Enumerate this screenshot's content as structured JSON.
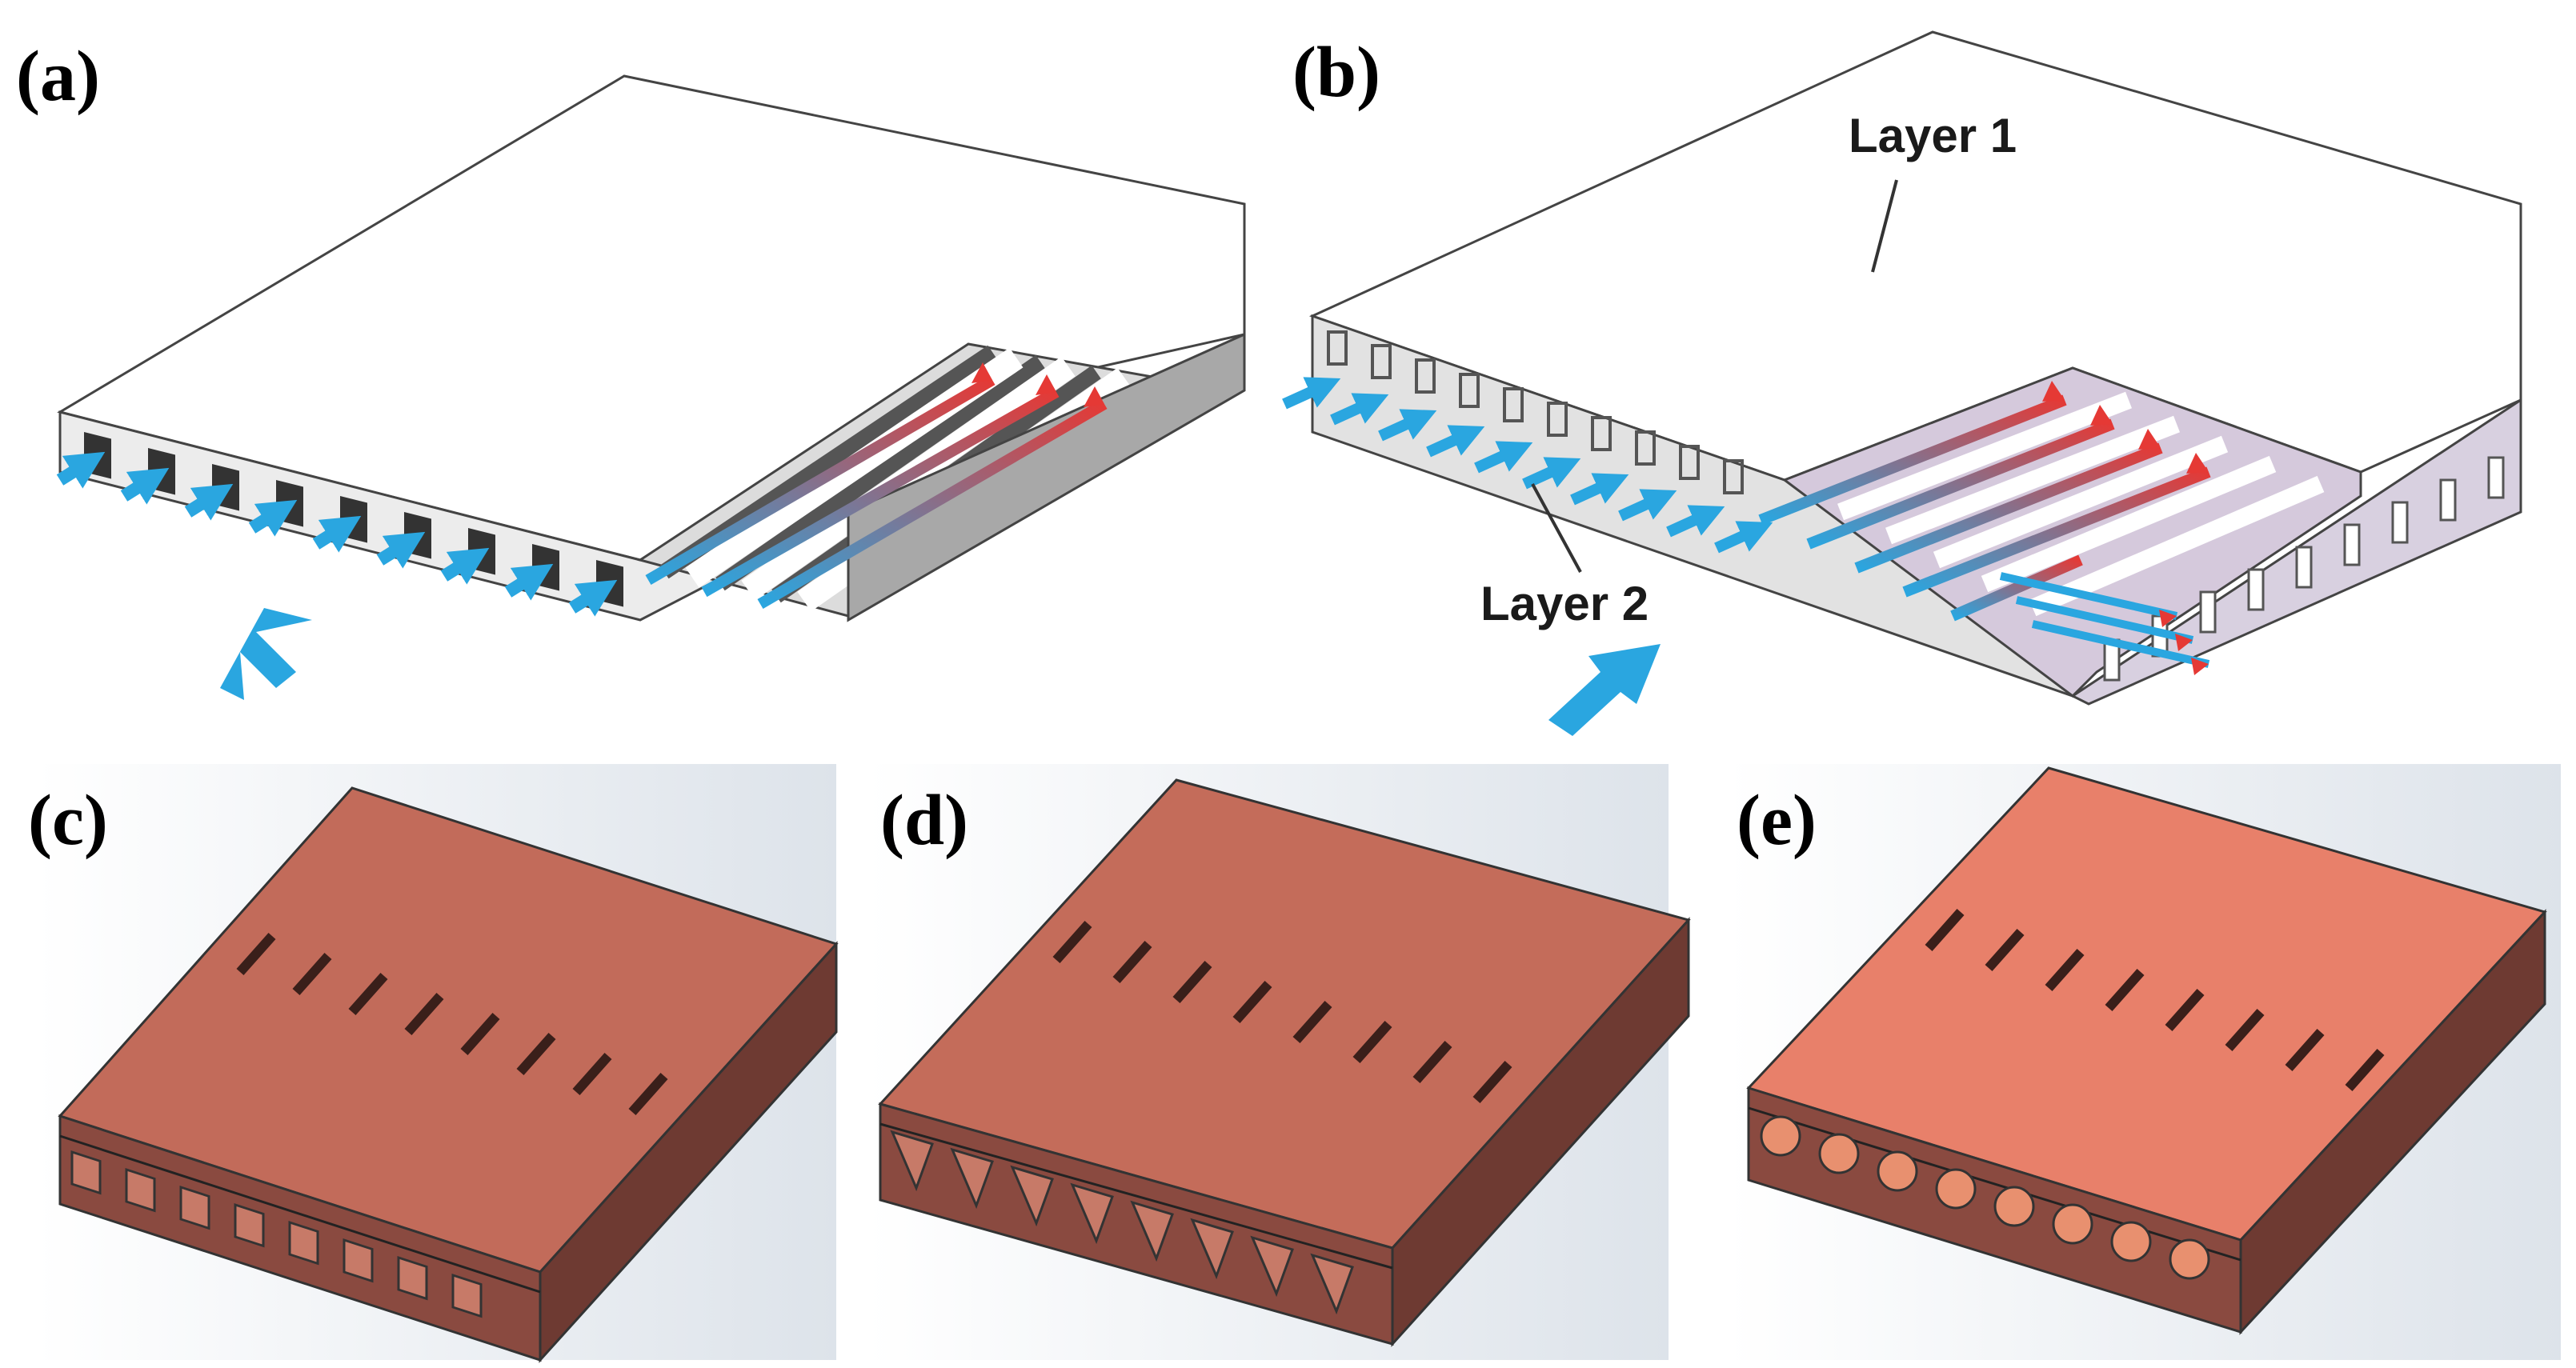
{
  "panels": {
    "a": {
      "label": "(a)"
    },
    "b": {
      "label": "(b)",
      "layer1_label": "Layer 1",
      "layer2_label": "Layer 2"
    },
    "c": {
      "label": "(c)",
      "channel_shape": "rectangular"
    },
    "d": {
      "label": "(d)",
      "channel_shape": "triangular"
    },
    "e": {
      "label": "(e)",
      "channel_shape": "circular"
    }
  },
  "colors": {
    "coolant_in": "#2aa6e0",
    "coolant_out": "#e53935",
    "copper_top_c": "#c26b5a",
    "copper_top_d": "#c46c5a",
    "copper_top_e": "#e8806a",
    "copper_side": "#8a4a40",
    "line": "#333333"
  },
  "icons": [
    "flow-direction-arrow-icon"
  ]
}
